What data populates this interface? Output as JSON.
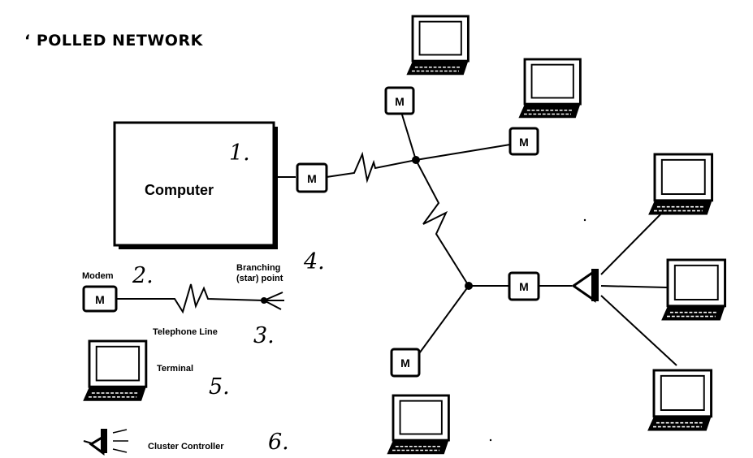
{
  "title": "‘ POLLED NETWORK",
  "computer": {
    "label": "Computer",
    "number": "1."
  },
  "modem_glyph": "M",
  "legend": {
    "modem_label": "Modem",
    "modem_number": "2.",
    "branching_label_1": "Branching",
    "branching_label_2": "(star) point",
    "branching_number": "4.",
    "telephone_label": "Telephone Line",
    "telephone_number": "3.",
    "terminal_label": "Terminal",
    "terminal_number": "5.",
    "cluster_label": "Cluster Controller",
    "cluster_number": "6."
  }
}
